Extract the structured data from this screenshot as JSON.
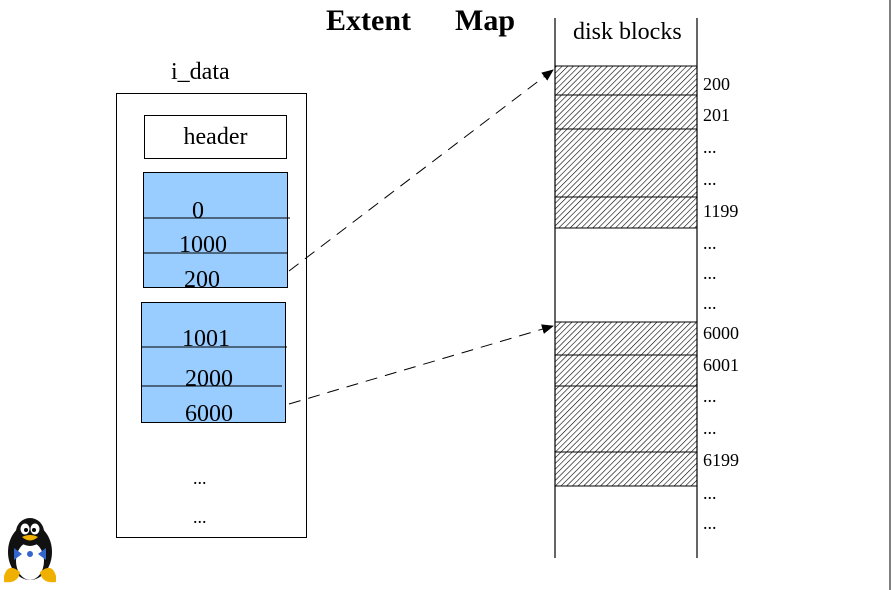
{
  "title": {
    "word1": "Extent",
    "word2": "Map"
  },
  "i_data": {
    "label": "i_data",
    "header": "header",
    "extent1": {
      "v1": "0",
      "v2": "1000",
      "v3": "200"
    },
    "extent2": {
      "v1": "1001",
      "v2": "2000",
      "v3": "6000"
    },
    "dots1": "...",
    "dots2": "..."
  },
  "disk": {
    "label": "disk blocks",
    "blocks": [
      "200",
      "201",
      "...",
      "...",
      "1199",
      "...",
      "...",
      "...",
      "6000",
      "6001",
      "...",
      "...",
      "6199",
      "...",
      "..."
    ]
  },
  "colors": {
    "extent_fill": "#99ccff",
    "hatch": "#000000"
  },
  "icons": {
    "logo": "linux-penguin-icon"
  }
}
